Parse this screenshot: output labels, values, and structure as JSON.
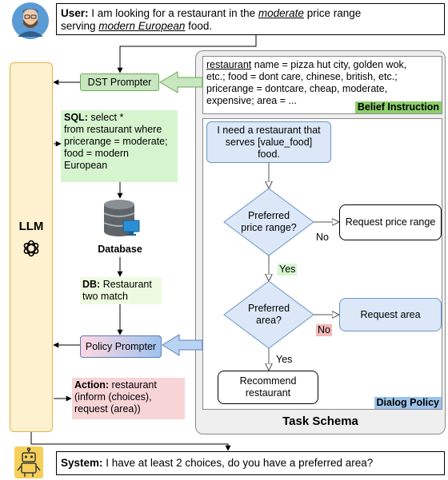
{
  "user_box": {
    "speaker": "User:",
    "text_a": " I am looking for a restaurant in the ",
    "em1": "moderate",
    "text_b": " price range",
    "text_c": "serving ",
    "em2": "modern European",
    "text_d": " food."
  },
  "llm": {
    "label": "LLM"
  },
  "dst_prompter": {
    "label": "DST Prompter"
  },
  "belief": {
    "word_restaurant": "restaurant",
    "line1_rest": " name = pizza hut city, golden wok,",
    "line2": "etc.; food = dont care, chinese, british, etc.;",
    "line3": "pricerange = dontcare, cheap, moderate,",
    "line4": "expensive; area =  ...",
    "title": "Belief Instruction"
  },
  "sql": {
    "label": "SQL:",
    "line1": " select *",
    "line2": "from restaurant where",
    "line3": "pricerange = moderate;",
    "line4": "food = modern",
    "line5": "European"
  },
  "database": {
    "label": "Database"
  },
  "db_result": {
    "label": "DB:",
    "line1": " Restaurant",
    "line2": "two match"
  },
  "policy_prompter": {
    "label": "Policy Prompter"
  },
  "action": {
    "label": "Action:",
    "line1": " restaurant",
    "line2": "(inform (choices),",
    "line3": "request (area))"
  },
  "dialog_policy": {
    "start_line1": "I need a restaurant that",
    "start_line2": "serves [value_food]",
    "start_line3": "food.",
    "q1_line1": "Preferred",
    "q1_line2": "price range?",
    "r1": "Request price range",
    "no1": "No",
    "yes1": "Yes",
    "q2_line1": "Preferred",
    "q2_line2": "area?",
    "r2": "Request area",
    "no2": "No",
    "yes2": "Yes",
    "end_line1": "Recommend",
    "end_line2": "restaurant",
    "title": "Dialog Policy"
  },
  "task_schema": {
    "title": "Task Schema"
  },
  "system_box": {
    "speaker": "System:",
    "text": " I have at least 2 choices, do you have a preferred area?"
  },
  "colors": {
    "llm_fill": "#fdf1cf",
    "llm_border": "#e3b34b",
    "dst_fill": "#c8e6bf",
    "dst_border": "#6bab55",
    "sql_fill": "#d6f5cf",
    "db_fill": "#eefbe0",
    "action_fill": "#f7d4d6",
    "policy_grad_start": "#ffd7e0",
    "policy_grad_end": "#9fc3ee",
    "schema_fill": "#efefef",
    "node_fill": "#dce8f7",
    "node_border": "#6a94c8",
    "belief_title_fill": "#8dcf6c",
    "dialog_title_fill": "#9cc3ec",
    "no_highlight": "#f3b7b7"
  }
}
